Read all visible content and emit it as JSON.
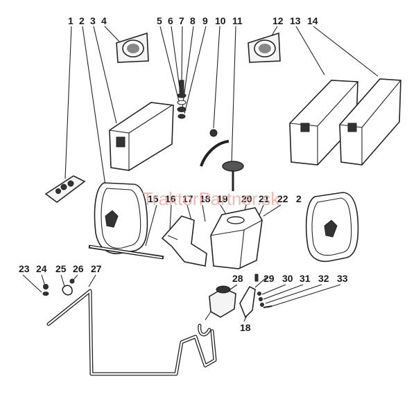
{
  "labels": {
    "top": [
      "1",
      "2",
      "3",
      "4",
      "5",
      "6",
      "7",
      "8",
      "9",
      "10",
      "11",
      "12",
      "13",
      "14"
    ],
    "mid": [
      "15",
      "16",
      "17",
      "18",
      "19",
      "20",
      "21",
      "22",
      "2"
    ],
    "low_left": [
      "23",
      "24",
      "25",
      "26",
      "27"
    ],
    "low_right": [
      "28",
      "29",
      "30",
      "31",
      "32",
      "33"
    ],
    "bottom": [
      "18"
    ]
  },
  "watermark": "TraktorPartner.sk",
  "colors": {
    "ink": "#222222",
    "watermark": "#e8a39a",
    "paper": "#ffffff"
  }
}
